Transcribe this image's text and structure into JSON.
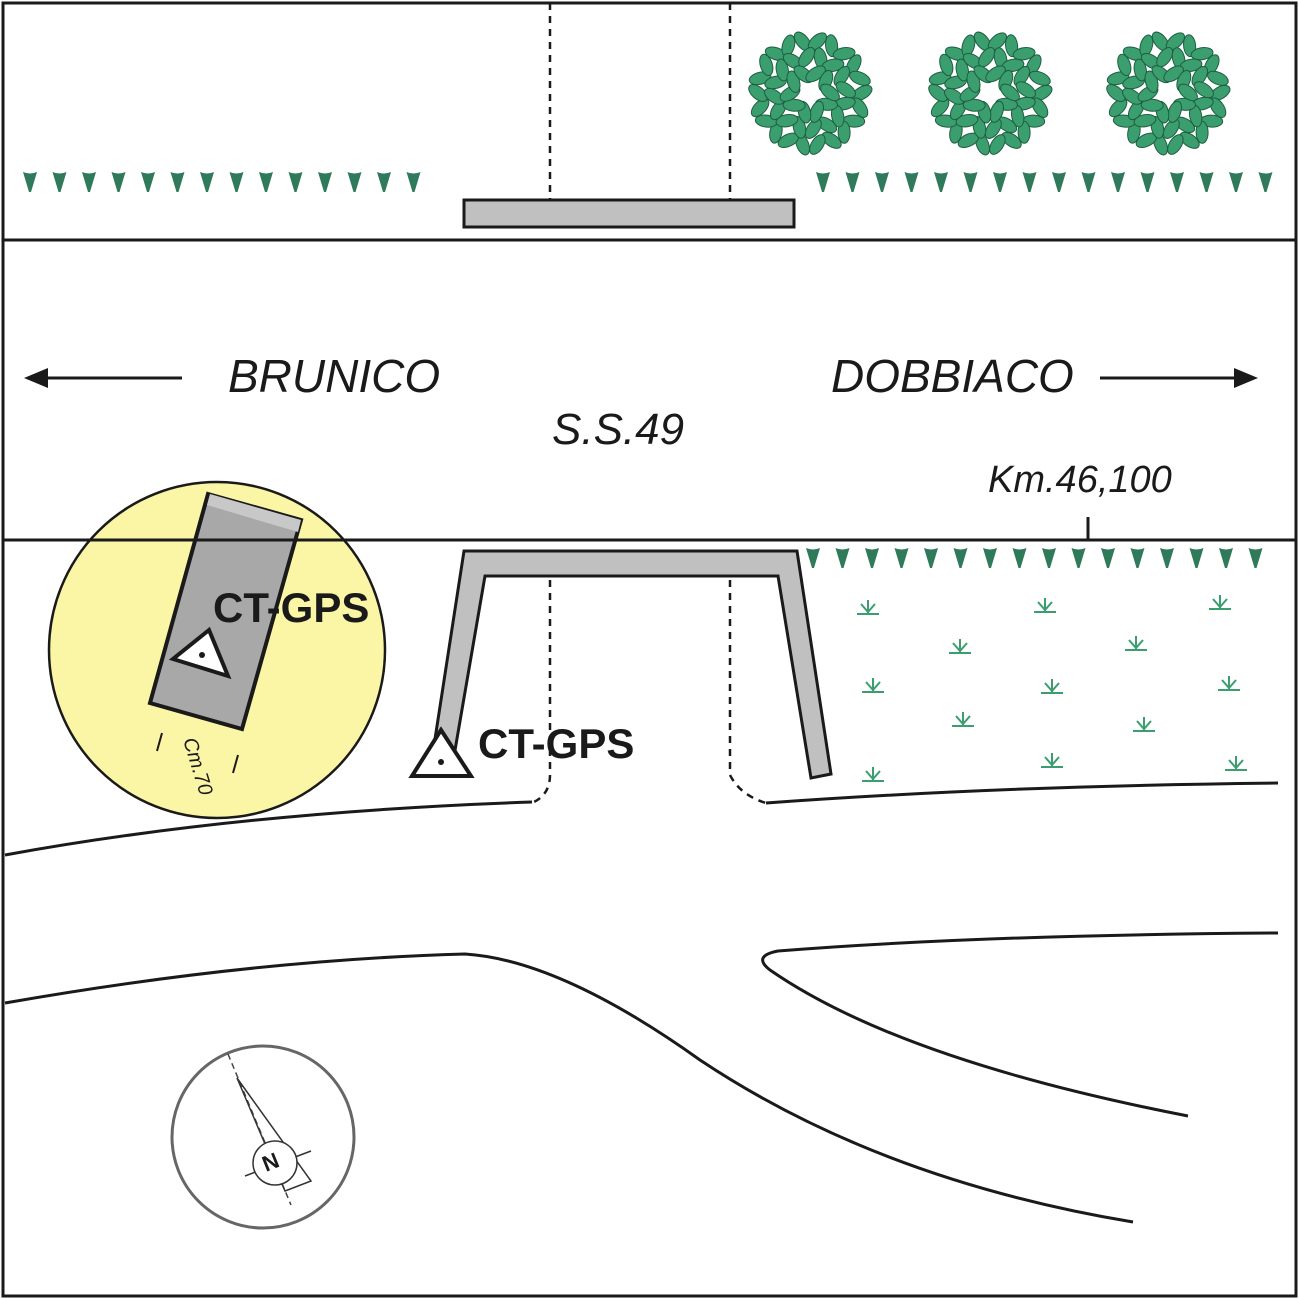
{
  "labels": {
    "west_town": "BRUNICO",
    "east_town": "DOBBIACO",
    "road": "S.S.49",
    "km_marker": "Km.46,100",
    "station_detail": "CT-GPS",
    "station_main": "CT-GPS",
    "dimension": "Cm.70",
    "north": "N"
  },
  "icons": {
    "arrow_west": "arrow-left-icon",
    "arrow_east": "arrow-right-icon",
    "station": "triangle-benchmark-icon",
    "compass": "north-arrow-icon",
    "tree": "tree-icon",
    "grass": "grass-tuft-icon"
  },
  "colors": {
    "line": "#1a1a1a",
    "structure": "#c0c0c0",
    "detail_circle": "#fbf6a6",
    "detail_block": "#a8a8a8",
    "vegetation": "#3a9e6e",
    "grass": "#2f7a5a",
    "compass": "#666666"
  }
}
